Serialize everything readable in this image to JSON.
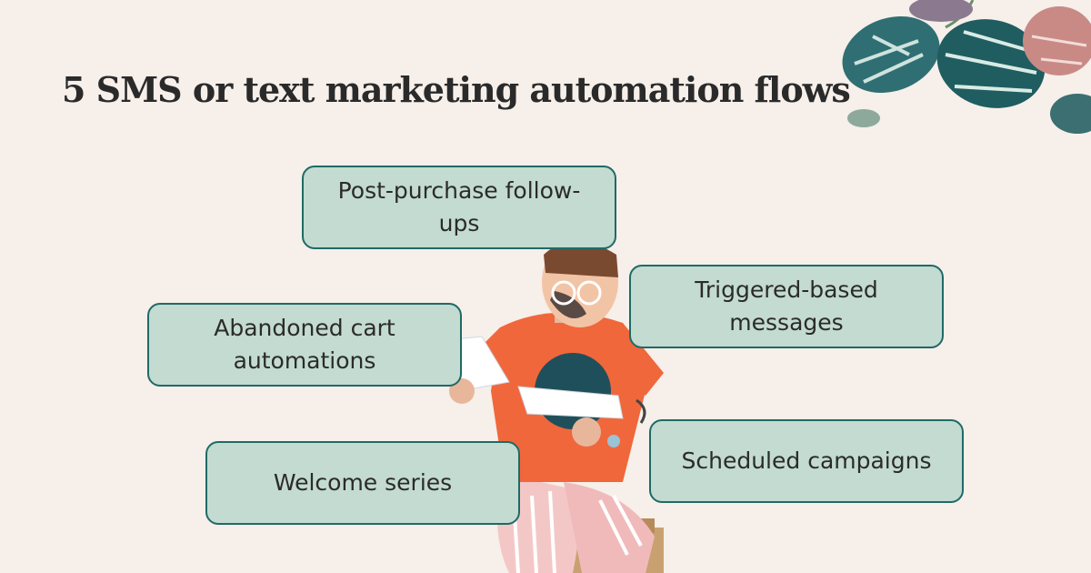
{
  "title": "5 SMS or text marketing automation flows",
  "flows": [
    {
      "label": "Post-purchase follow-ups"
    },
    {
      "label": "Triggered-based messages"
    },
    {
      "label": "Abandoned cart automations"
    },
    {
      "label": "Welcome series"
    },
    {
      "label": "Scheduled campaigns"
    }
  ],
  "colors": {
    "background": "#f6efea",
    "box_fill": "#c3dbd0",
    "box_border": "#1f6a66",
    "text": "#2a2a2a"
  },
  "illustrations": {
    "decoration": "monstera-leaves-icon",
    "person": "man-reading-paper-illustration"
  }
}
